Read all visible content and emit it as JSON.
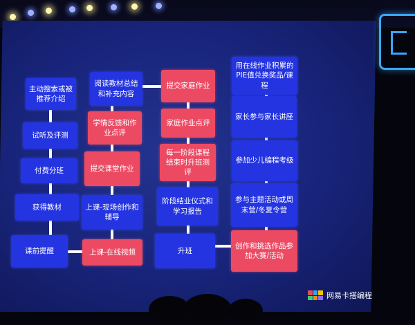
{
  "colors": {
    "blue_box": "#2434e0",
    "red_box": "#ec4a63",
    "connector": "#ffffff",
    "screen": "#18247a"
  },
  "steps": [
    {
      "id": "c1-1",
      "text": "主动搜索或被推荐介绍",
      "color": "blue"
    },
    {
      "id": "c1-2",
      "text": "试听及评测",
      "color": "blue"
    },
    {
      "id": "c1-3",
      "text": "付费分班",
      "color": "blue"
    },
    {
      "id": "c1-4",
      "text": "获得教材",
      "color": "blue"
    },
    {
      "id": "c1-5",
      "text": "课前提醒",
      "color": "blue"
    },
    {
      "id": "c2-5",
      "text": "上课-在线视频",
      "color": "red"
    },
    {
      "id": "c2-4",
      "text": "上课-现场创作和辅导",
      "color": "blue"
    },
    {
      "id": "c2-3",
      "text": "提交课堂作业",
      "color": "red"
    },
    {
      "id": "c2-2",
      "text": "学情反馈和作业点评",
      "color": "red"
    },
    {
      "id": "c2-1",
      "text": "阅读教材总结和补充内容",
      "color": "blue"
    },
    {
      "id": "c3-1",
      "text": "提交家庭作业",
      "color": "red"
    },
    {
      "id": "c3-2",
      "text": "家庭作业点评",
      "color": "red"
    },
    {
      "id": "c3-3",
      "text": "每一阶段课程结束时升班测评",
      "color": "red"
    },
    {
      "id": "c3-4",
      "text": "阶段结业仪式和学习报告",
      "color": "blue"
    },
    {
      "id": "c3-5",
      "text": "升班",
      "color": "blue"
    },
    {
      "id": "c4-5",
      "text": "创作和挑选作品参加大赛/活动",
      "color": "red"
    },
    {
      "id": "c4-4",
      "text": "参与主题活动或周末营/冬夏令营",
      "color": "blue"
    },
    {
      "id": "c4-3",
      "text": "参加少儿编程考级",
      "color": "blue"
    },
    {
      "id": "c4-2",
      "text": "家长参与家长讲座",
      "color": "blue"
    },
    {
      "id": "c4-1",
      "text": "用在线作业积累的PIE值兑换奖品/课程",
      "color": "blue"
    }
  ],
  "brand": {
    "name": "网易卡搭编程",
    "logo_colors": [
      "#e84a5f",
      "#2ea7ff",
      "#f5c400",
      "#3ad17a",
      "#ff8a00",
      "#8a6bff"
    ]
  }
}
